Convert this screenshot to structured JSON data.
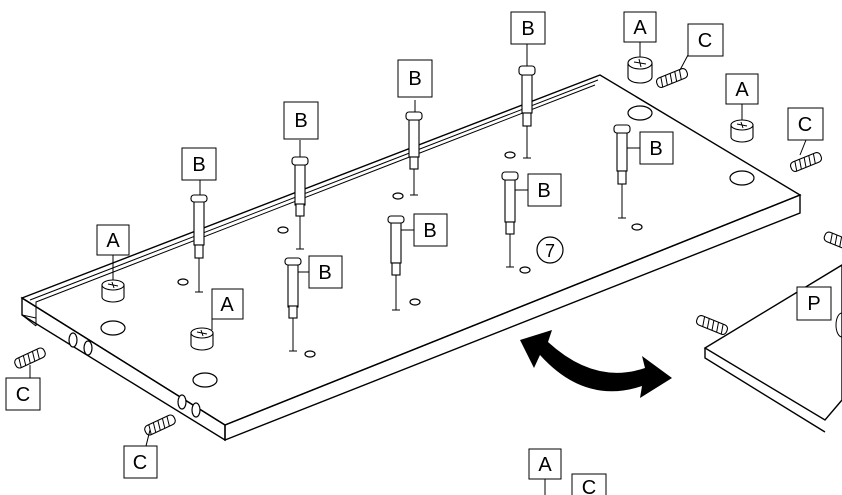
{
  "labels": {
    "a": "A",
    "b": "B",
    "c": "C",
    "p": "P"
  },
  "step_number": "7",
  "colors": {
    "line": "#000000",
    "background": "#ffffff",
    "arrow": "#000000"
  },
  "icons": {
    "cam_lock": "cam-lock-icon",
    "cam_bolt": "cam-bolt-icon",
    "dowel": "wood-dowel-icon",
    "rotate_arrow": "double-arrow-icon"
  }
}
